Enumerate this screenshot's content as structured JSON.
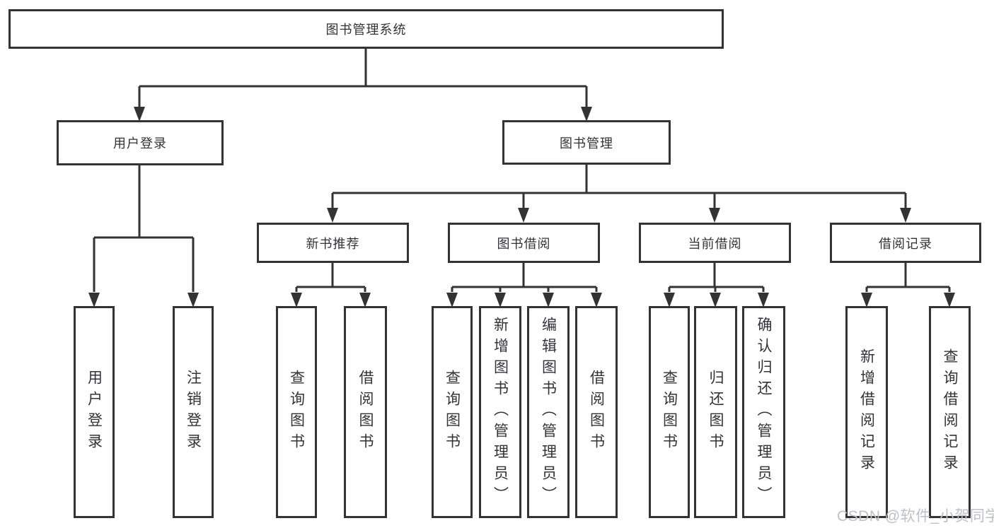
{
  "tree": {
    "root": {
      "label": "图书管理系统"
    },
    "branches": [
      {
        "label": "用户登录",
        "children": [
          {
            "label": "用户登录"
          },
          {
            "label": "注销登录"
          }
        ]
      },
      {
        "label": "图书管理",
        "children": [
          {
            "label": "新书推荐",
            "children": [
              {
                "label": "查询图书"
              },
              {
                "label": "借阅图书"
              }
            ]
          },
          {
            "label": "图书借阅",
            "children": [
              {
                "label": "查询图书"
              },
              {
                "label": "新增图书（管理员）"
              },
              {
                "label": "编辑图书（管理员）"
              },
              {
                "label": "借阅图书"
              }
            ]
          },
          {
            "label": "当前借阅",
            "children": [
              {
                "label": "查询图书"
              },
              {
                "label": "归还图书"
              },
              {
                "label": "确认归还（管理员）"
              }
            ]
          },
          {
            "label": "借阅记录",
            "children": [
              {
                "label": "新增借阅记录"
              },
              {
                "label": "查询借阅记录"
              }
            ]
          }
        ]
      }
    ]
  },
  "watermark": {
    "text": "CSDN @软件_小贺同学"
  },
  "colors": {
    "line": "#333336",
    "text": "#333336",
    "watermark": "#bfc0c4",
    "background": "#ffffff"
  }
}
